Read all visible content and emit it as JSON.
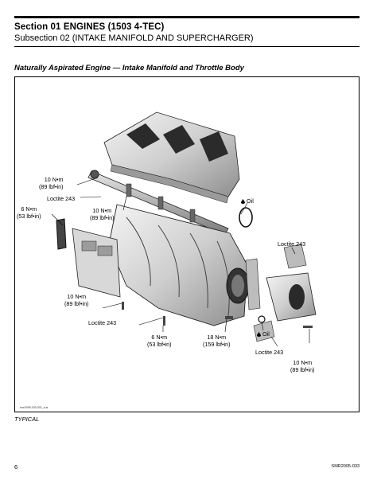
{
  "header": {
    "section": "Section 01 ENGINES (1503 4-TEC)",
    "subsection": "Subsection 02 (INTAKE MANIFOLD AND SUPERCHARGER)"
  },
  "figure": {
    "title": "Naturally Aspirated Engine — Intake Manifold and Throttle Body",
    "code": "smr2005-033-002_a.ai",
    "caption": "TYPICAL",
    "callouts": {
      "torque_top_left": {
        "value": "10 N•m",
        "imperial": "(89 lbf•in)"
      },
      "loctite_top": "Loctite 243",
      "torque_left": {
        "value": "6 N•m",
        "imperial": "(53 lbf•in)"
      },
      "torque_mid_left": {
        "value": "10 N•m",
        "imperial": "(89 lbf•in)"
      },
      "oil_top": "Oil",
      "loctite_right": "Loctite 243",
      "torque_lower_left": {
        "value": "10 N•m",
        "imperial": "(89 lbf•in)"
      },
      "loctite_lower": "Loctite 243",
      "torque_bottom_mid": {
        "value": "6 N•m",
        "imperial": "(53 lbf•in)"
      },
      "torque_bottom_center": {
        "value": "18 N•m",
        "imperial": "(159 lbf•in)"
      },
      "oil_bottom": "Oil",
      "loctite_bottom_right": "Loctite 243",
      "torque_bottom_right": {
        "value": "10 N•m",
        "imperial": "(89 lbf•in)"
      }
    }
  },
  "footer": {
    "page_number": "6",
    "doc_code": "SMR2005-033"
  }
}
